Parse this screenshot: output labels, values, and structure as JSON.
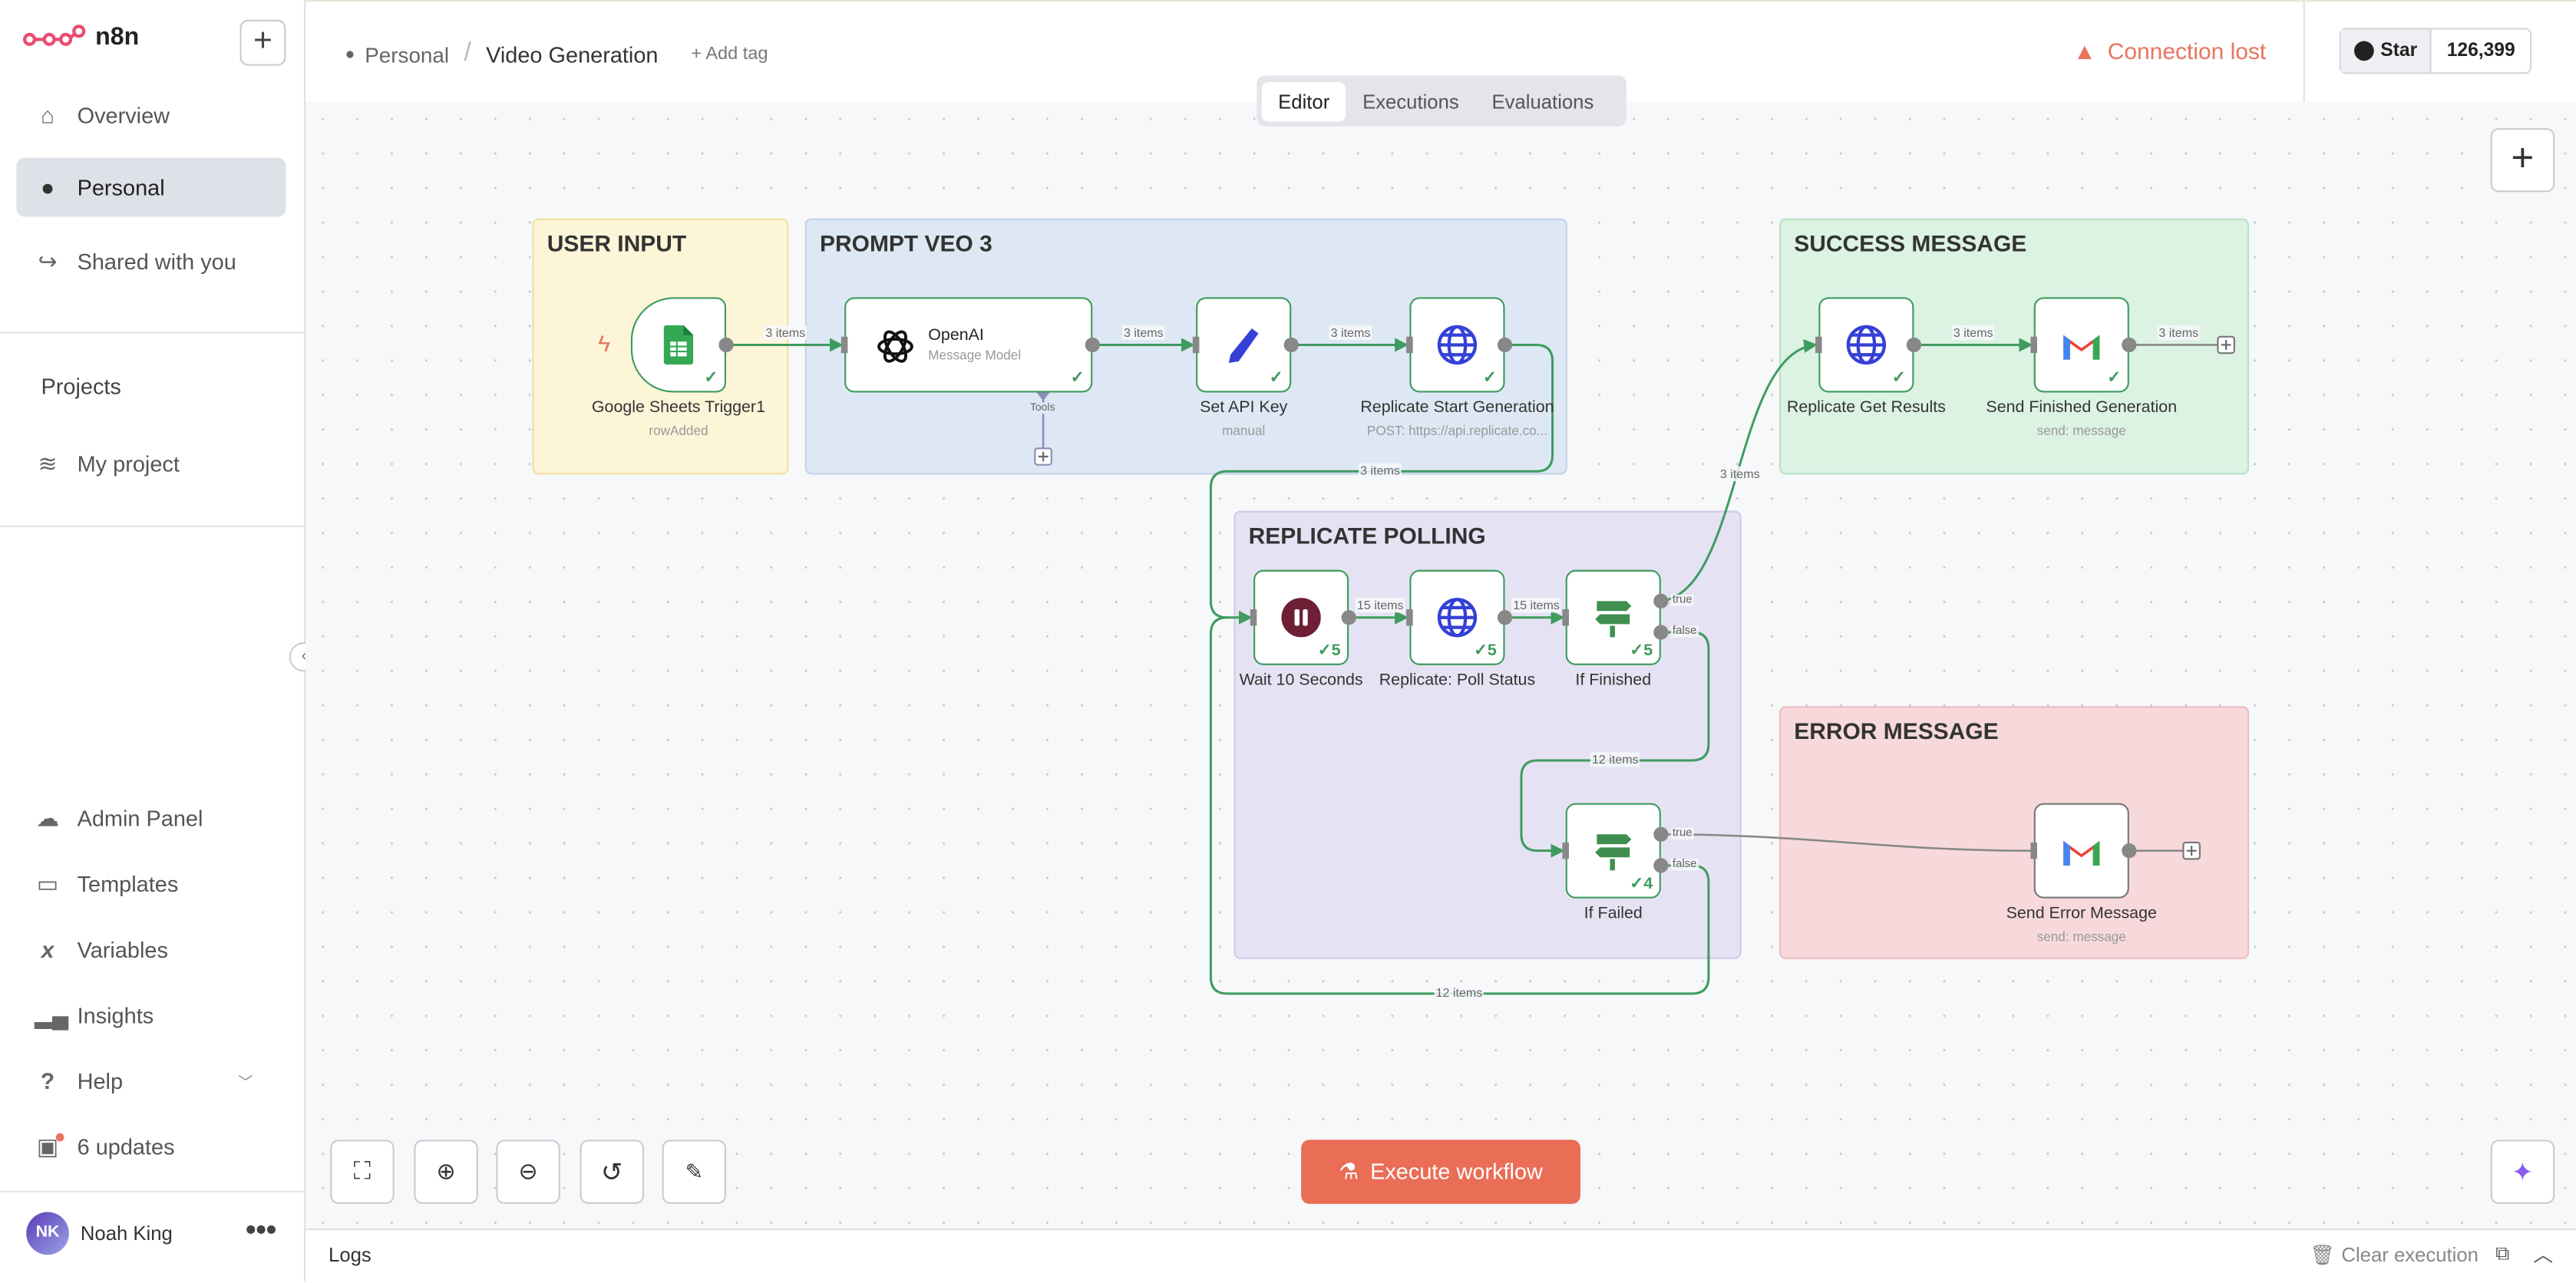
{
  "app": {
    "name": "n8n"
  },
  "sidebar": {
    "items": [
      {
        "label": "Overview",
        "icon": "home-icon"
      },
      {
        "label": "Personal",
        "icon": "user-icon",
        "active": true
      },
      {
        "label": "Shared with you",
        "icon": "share-icon"
      }
    ],
    "projects_heading": "Projects",
    "projects": [
      {
        "label": "My project",
        "icon": "layers-icon"
      }
    ],
    "bottom_items": [
      {
        "label": "Admin Panel",
        "icon": "cloud-icon"
      },
      {
        "label": "Templates",
        "icon": "box-icon"
      },
      {
        "label": "Variables",
        "icon": "variable-icon"
      },
      {
        "label": "Insights",
        "icon": "chart-icon"
      },
      {
        "label": "Help",
        "icon": "help-icon"
      },
      {
        "label": "6 updates",
        "icon": "gift-icon"
      }
    ],
    "user": {
      "initials": "NK",
      "name": "Noah King"
    }
  },
  "header": {
    "breadcrumb_project": "Personal",
    "breadcrumb_separator": "/",
    "workflow_name": "Video Generation",
    "add_tag": "+ Add tag",
    "connection_status": "Connection lost",
    "github_star": "Star",
    "github_count": "126,399",
    "tabs": [
      {
        "label": "Editor",
        "active": true
      },
      {
        "label": "Executions"
      },
      {
        "label": "Evaluations"
      }
    ]
  },
  "stickies": [
    {
      "title": "USER INPUT"
    },
    {
      "title": "PROMPT VEO 3"
    },
    {
      "title": "SUCCESS MESSAGE"
    },
    {
      "title": "REPLICATE POLLING"
    },
    {
      "title": "ERROR MESSAGE"
    }
  ],
  "nodes": [
    {
      "name": "Google Sheets Trigger1",
      "subtitle": "rowAdded",
      "icon": "google-sheets-icon"
    },
    {
      "name": "OpenAI",
      "subtitle": "Message Model",
      "icon": "openai-icon",
      "tools_label": "Tools"
    },
    {
      "name": "Set API Key",
      "subtitle": "manual",
      "icon": "pencil-icon"
    },
    {
      "name": "Replicate Start Generation",
      "subtitle": "POST: https://api.replicate.co...",
      "icon": "globe-icon"
    },
    {
      "name": "Replicate Get Results",
      "icon": "globe-icon"
    },
    {
      "name": "Send Finished Generation",
      "subtitle": "send: message",
      "icon": "gmail-icon"
    },
    {
      "name": "Wait 10 Seconds",
      "icon": "pause-icon",
      "runs": "5"
    },
    {
      "name": "Replicate: Poll Status",
      "icon": "globe-icon",
      "runs": "5"
    },
    {
      "name": "If Finished",
      "icon": "signpost-icon",
      "runs": "5"
    },
    {
      "name": "If Failed",
      "icon": "signpost-icon",
      "runs": "4"
    },
    {
      "name": "Send Error Message",
      "subtitle": "send: message",
      "icon": "gmail-icon"
    }
  ],
  "edges": {
    "e1": "3 items",
    "e2": "3 items",
    "e3": "3 items",
    "e4": "3 items",
    "e5": "3 items",
    "e6": "3 items",
    "e7": "3 items",
    "e8": "15 items",
    "e9": "15 items",
    "e10": "12 items",
    "e11": "12 items"
  },
  "ports": {
    "true": "true",
    "false": "false"
  },
  "toolbar": {
    "execute": "Execute workflow"
  },
  "logs": {
    "label": "Logs",
    "clear": "Clear execution"
  },
  "colors": {
    "accent": "#ea6d56",
    "success": "#3f9b5f",
    "error": "#e8735f"
  }
}
